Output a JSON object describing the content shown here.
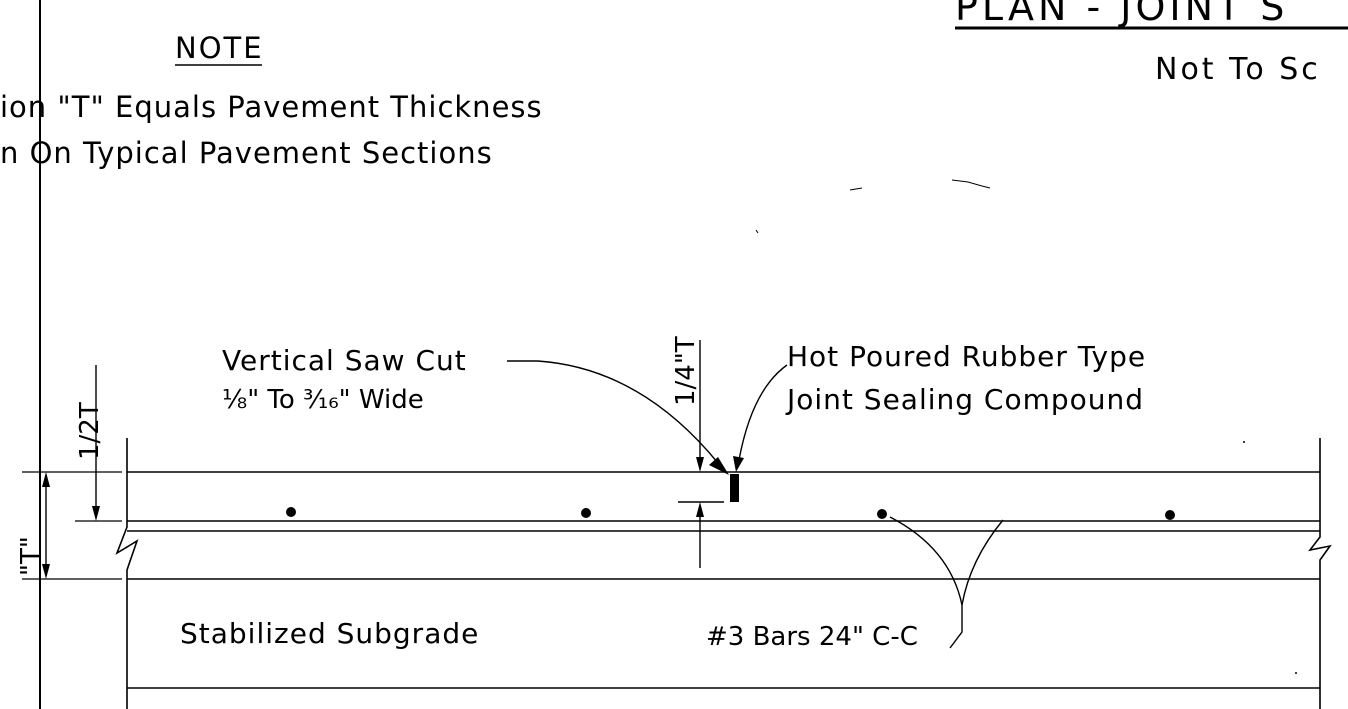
{
  "title": {
    "text": "PLAN - JOINT S",
    "subtitle": "Not To Sc"
  },
  "note": {
    "heading": "NOTE",
    "line1": "ion \"T\" Equals Pavement Thickness",
    "line2": "n  On  Typical Pavement  Sections"
  },
  "dimensions": {
    "half_t": "1/2T",
    "thickness": "\"T\"",
    "quarter_t": "1/4\"T"
  },
  "labels": {
    "saw_cut_line1": "Vertical Saw  Cut",
    "saw_cut_line2": "⅛\" To ³⁄₁₆\" Wide",
    "sealant_line1": "Hot Poured Rubber Type",
    "sealant_line2": "Joint Sealing  Compound",
    "subgrade": "Stabilized  Subgrade",
    "bars": "#3 Bars 24\" C-C"
  },
  "colors": {
    "ink": "#000000",
    "paper": "#ffffff"
  }
}
